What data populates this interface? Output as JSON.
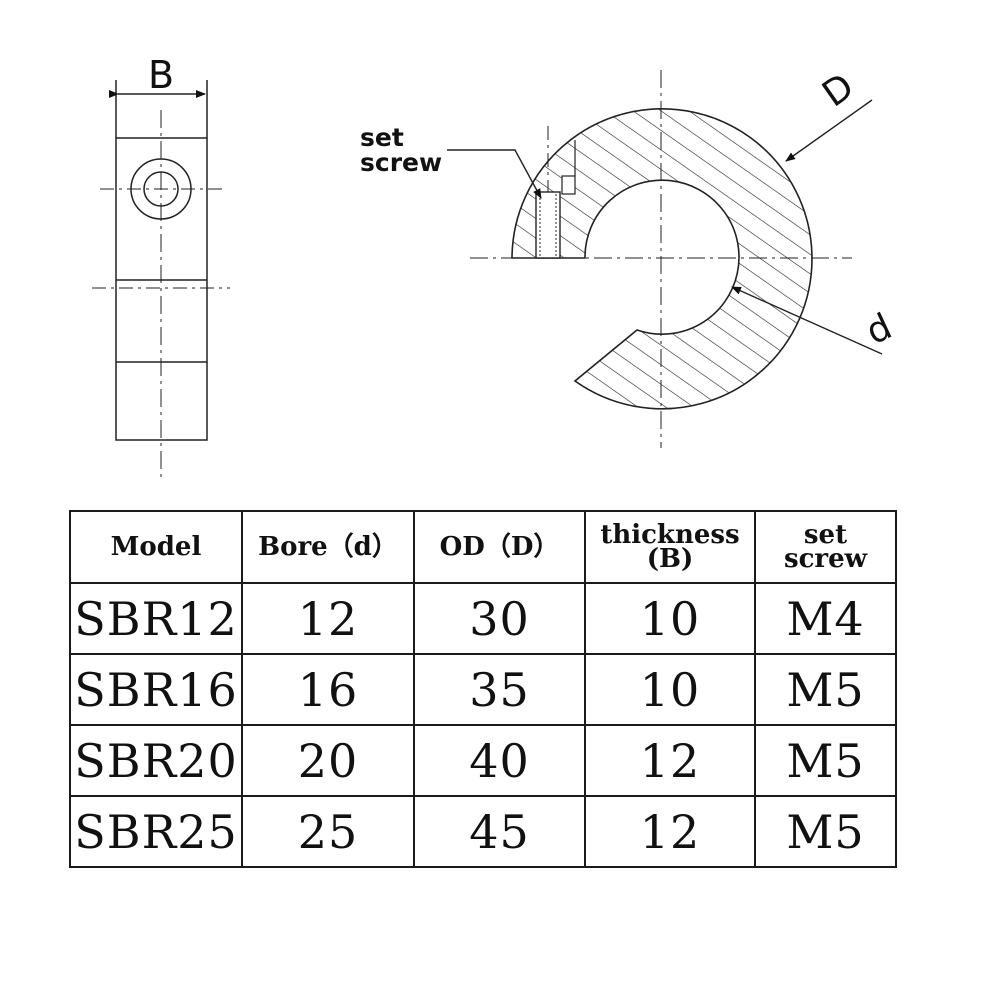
{
  "diagram": {
    "label_B": "B",
    "label_D": "D",
    "label_d": "d",
    "label_set": "set",
    "label_screw": "screw"
  },
  "table": {
    "headers": [
      {
        "line1": "Model",
        "line2": ""
      },
      {
        "line1": "Bore（d）",
        "line2": ""
      },
      {
        "line1": "OD（D）",
        "line2": ""
      },
      {
        "line1": "thickness",
        "line2": "(B)"
      },
      {
        "line1": "set",
        "line2": "screw"
      }
    ],
    "rows": [
      [
        "SBR12",
        "12",
        "30",
        "10",
        "M4"
      ],
      [
        "SBR16",
        "16",
        "35",
        "10",
        "M5"
      ],
      [
        "SBR20",
        "20",
        "40",
        "12",
        "M5"
      ],
      [
        "SBR25",
        "25",
        "45",
        "12",
        "M5"
      ]
    ]
  }
}
